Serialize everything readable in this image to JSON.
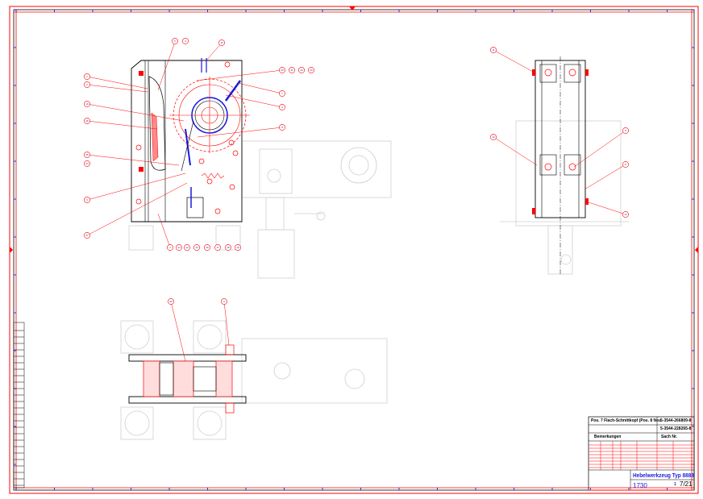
{
  "title_block": {
    "position_note": "Pos. 7 Flach-Schnittkopf (Pos. 8 Neu",
    "part_number_1": "5-3544-266809-8",
    "part_number_2": "5-3544-228265-8",
    "remarks_label": "Bemerkungen",
    "item_number_label": "Sach Nr.",
    "drawing_title": "Hebelwerkzeug Typ 8888",
    "sheet_number": "1730",
    "sheet_index": "1",
    "revision": "7/21"
  },
  "balloons": {
    "front": [
      "5",
      "4",
      "16",
      "1",
      "2",
      "10",
      "26",
      "25",
      "24",
      "6",
      "27",
      "1",
      "14",
      "12",
      "13",
      "15",
      "17",
      "18",
      "19",
      "7",
      "3",
      "8",
      "20",
      "21",
      "22",
      "23"
    ],
    "side": [
      "11",
      "10",
      "9",
      "8",
      "12"
    ],
    "bottom": [
      "30",
      "9"
    ]
  },
  "colors": {
    "border": "#ff0000",
    "line": "#000000",
    "ghost": "#c8c8c8",
    "balloon": "#ff0000",
    "text": "#1a1adc",
    "weld": "#1a1adc"
  }
}
